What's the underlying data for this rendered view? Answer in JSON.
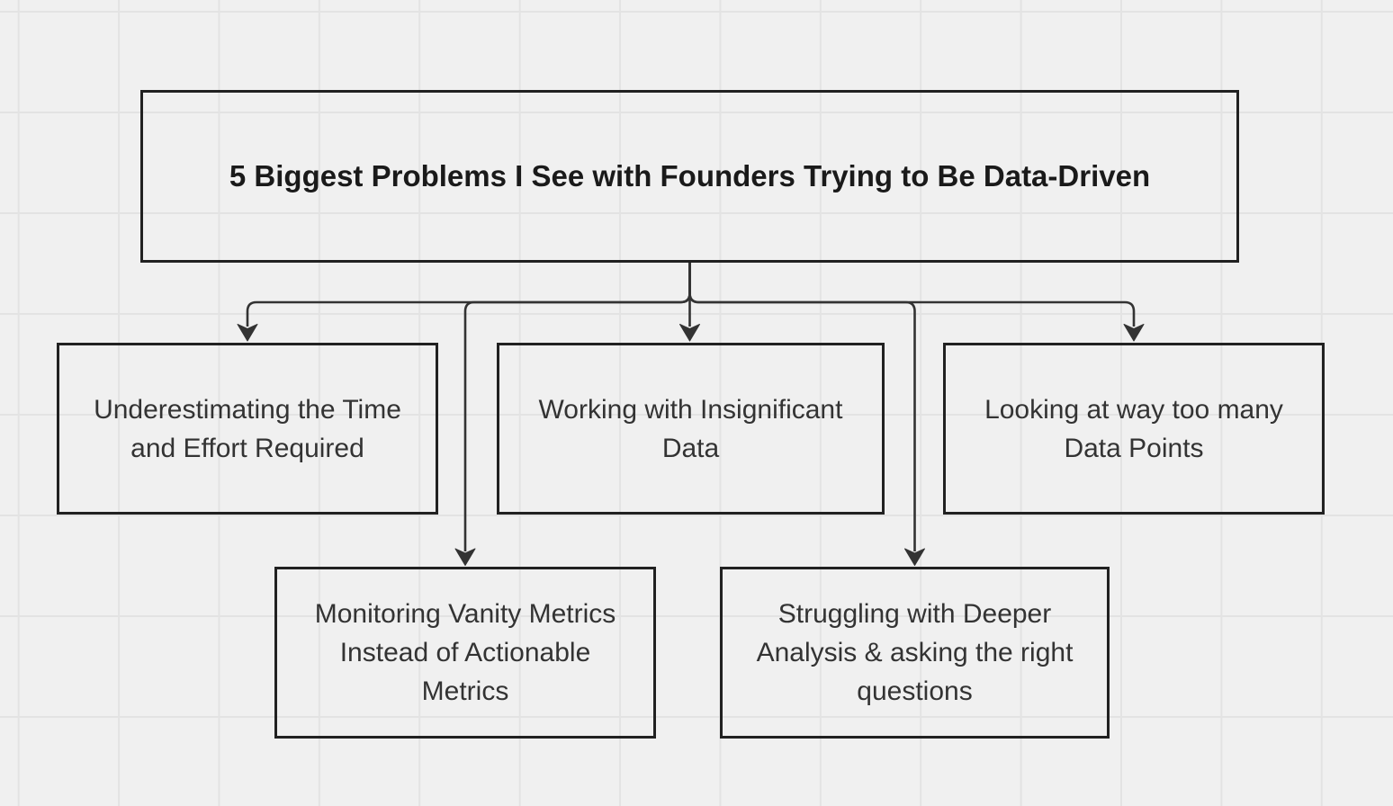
{
  "diagram": {
    "title_label": "5 Biggest Problems I See with Founders Trying to Be Data-Driven",
    "nodes": [
      {
        "id": "underestimating-time-effort",
        "label": "Underestimating the Time\nand Effort Required"
      },
      {
        "id": "insignificant-data",
        "label": "Working with Insignificant\nData"
      },
      {
        "id": "too-many-data-points",
        "label": "Looking at way too many\nData Points"
      },
      {
        "id": "vanity-metrics",
        "label": "Monitoring Vanity Metrics\nInstead of Actionable Metrics"
      },
      {
        "id": "deeper-analysis",
        "label": "Struggling with Deeper\nAnalysis & asking the right\nquestions"
      }
    ]
  },
  "colors": {
    "background": "#f0f0f0",
    "grid": "#e3e3e3",
    "node_border": "#212121",
    "edge": "#333333",
    "text": "#333333",
    "title_text": "#1a1a1a"
  }
}
